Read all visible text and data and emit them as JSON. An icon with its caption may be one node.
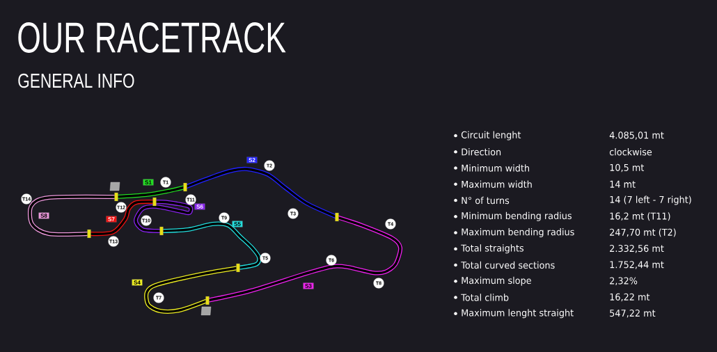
{
  "diagram": {
    "title": "OUR RACETRACK",
    "labels": [
      "GENERAL INFO",
      "S1",
      "S2",
      "S3",
      "S4",
      "S5",
      "S6",
      "S7",
      "S8",
      "T1",
      "T2",
      "T3",
      "T4",
      "T5",
      "T6",
      "T7",
      "T8",
      "T9",
      "T10",
      "T11",
      "T12",
      "T13",
      "T14",
      "Circuit lenght",
      "4.085,01 mt",
      "Direction",
      "clockwise",
      "Minimum width",
      "10,5 mt",
      "Maximum width",
      "14 mt",
      "N° of turns",
      "14 (7 left - 7 right)",
      "Minimum bending radius",
      "16,2 mt (T11)",
      "Maximum bending radius",
      "247,70 mt (T2)",
      "Total straights",
      "2.332,56 mt",
      "Total curved sections",
      "1.752,44 mt",
      "Maximum slope",
      "2,32%",
      "Total climb",
      "16,22 mt",
      "Maximum lenght straight",
      "547,22 mt"
    ]
  }
}
